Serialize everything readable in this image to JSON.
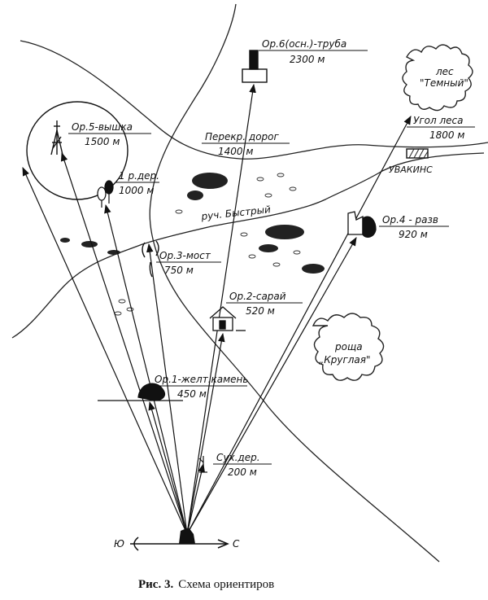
{
  "landmarks": {
    "op6": {
      "name": "Ор.6(осн.)-труба",
      "distance": "2300 м"
    },
    "forest_dark": {
      "line1": "лес",
      "line2": "\"Темный\""
    },
    "forest_corner": {
      "name": "Угол леса",
      "distance": "1800 м"
    },
    "op5": {
      "name": "Ор.5-вышка",
      "distance": "1500 м"
    },
    "crossroads": {
      "name": "Перекр. дорог",
      "distance": "1400 м"
    },
    "tree1": {
      "name": "1 р.дер.",
      "distance": "1000 м"
    },
    "stream": {
      "name": "руч. Быстрый"
    },
    "op4": {
      "name": "Ор.4 - разв",
      "distance": "920 м"
    },
    "op3": {
      "name": "Ор.3-мост",
      "distance": "750 м"
    },
    "op2": {
      "name": "Ор.2-сарай",
      "distance": "520 м"
    },
    "grove": {
      "line1": "роща",
      "line2": "„Круглая\""
    },
    "op1": {
      "name": "Ор.1-желт.камень",
      "distance": "450 м"
    },
    "dry_tree": {
      "name": "Сух.дер.",
      "distance": "200 м"
    }
  },
  "marsh_label": "УВАКИНС",
  "compass": {
    "west": "Ю",
    "east": "С"
  },
  "caption": {
    "prefix": "Рис. 3.",
    "text": "Схема ориентиров"
  }
}
